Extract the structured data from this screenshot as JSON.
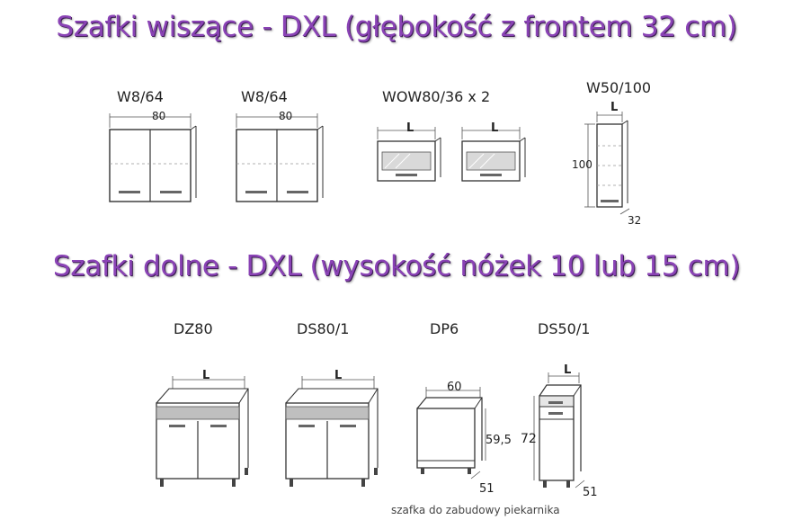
{
  "headings": {
    "wall": "Szafki wiszące - DXL (głębokość z frontem 32 cm)",
    "base": "Szafki dolne - DXL (wysokość nóżek 10 lub 15 cm)"
  },
  "wall_cabinets": [
    {
      "code": "W8/64",
      "width_label": "80"
    },
    {
      "code": "W8/64",
      "width_label": "80"
    },
    {
      "code": "WOW80/36 x 2",
      "width_label": "L"
    },
    {
      "code": "W50/100",
      "width_label": "L",
      "height_label": "100",
      "depth_label": "32"
    }
  ],
  "base_cabinets": [
    {
      "code": "DZ80",
      "width_label": "L"
    },
    {
      "code": "DS80/1",
      "width_label": "L"
    },
    {
      "code": "DP6",
      "width_label": "60",
      "height_label": "59,5",
      "depth_label": "51",
      "note": "szafka do zabudowy piekarnika"
    },
    {
      "code": "DS50/1",
      "width_label": "L",
      "height_label": "72",
      "depth_label": "51"
    }
  ]
}
